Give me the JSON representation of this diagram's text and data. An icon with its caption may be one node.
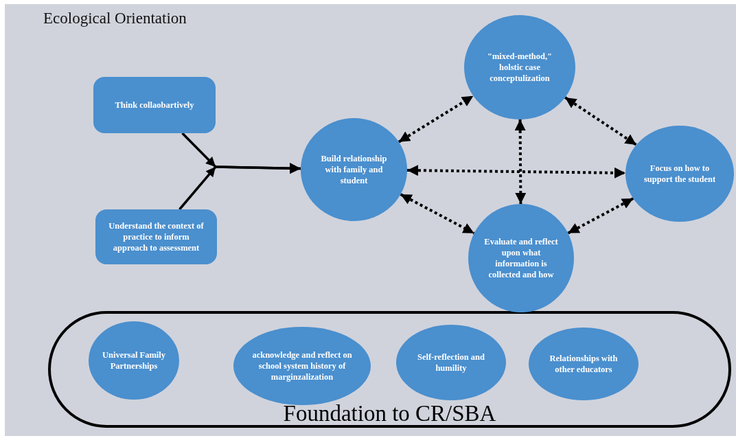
{
  "diagram": {
    "title": "Ecological Orientation",
    "nodes": [
      {
        "text": [
          "Think collaobartively"
        ]
      },
      {
        "text": [
          "Understand the context of practice to inform approach to assessment"
        ]
      },
      {
        "text": [
          "Build relationship with family and student"
        ]
      },
      {
        "text": [
          "\"mixed-method,\" holstic case conceptulization"
        ]
      },
      {
        "text": [
          "Focus on how to support the student"
        ]
      },
      {
        "text": [
          "Evaluate and reflect upon what information is collected and how"
        ]
      },
      {
        "text": [
          "Foundation to CR/SBA"
        ]
      },
      {
        "text": [
          "Universal Family Partnerships"
        ],
        "in": 6
      },
      {
        "text": [
          "acknowledge and reflect on school system history of marginzalization"
        ],
        "in": 6
      },
      {
        "text": [
          "Self-reflection and humility"
        ],
        "in": 6
      },
      {
        "text": [
          "Relationships with other educators"
        ],
        "in": 6
      }
    ],
    "edges": [
      {
        "from": 0,
        "to": 2,
        "arrow": "to"
      },
      {
        "from": 1,
        "to": 2,
        "arrow": "to"
      },
      {
        "from": 2,
        "to": 3,
        "arrow": "both",
        "style": "dashed"
      },
      {
        "from": 2,
        "to": 4,
        "arrow": "both",
        "style": "dashed"
      },
      {
        "from": 2,
        "to": 5,
        "arrow": "both",
        "style": "dashed"
      },
      {
        "from": 3,
        "to": 5,
        "arrow": "both",
        "style": "dashed"
      },
      {
        "from": 3,
        "to": 4,
        "arrow": "both",
        "style": "dashed"
      },
      {
        "from": 4,
        "to": 5,
        "arrow": "both",
        "style": "dashed"
      }
    ]
  }
}
